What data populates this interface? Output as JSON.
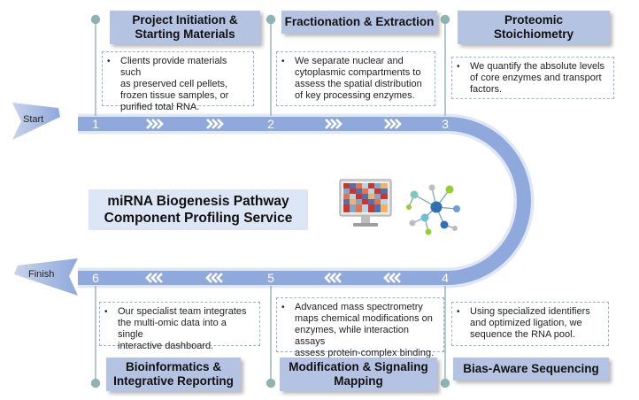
{
  "diagram": {
    "center_title_line1": "miRNA Biogenesis Pathway",
    "center_title_line2": "Component Profiling Service",
    "start_label": "Start",
    "finish_label": "Finish",
    "steps": [
      {
        "number": "1",
        "title_line1": "Project Initiation &",
        "title_line2": "Starting Materials",
        "desc_lines": [
          "Clients provide materials such",
          "as preserved cell pellets,",
          "frozen tissue samples, or",
          "purified total RNA."
        ]
      },
      {
        "number": "2",
        "title_line1": "Fractionation & Extraction",
        "title_line2": "",
        "desc_lines": [
          "We separate nuclear and",
          "cytoplasmic compartments to",
          "assess the spatial distribution",
          "of key processing enzymes."
        ]
      },
      {
        "number": "3",
        "title_line1": "Proteomic",
        "title_line2": "Stoichiometry",
        "desc_lines": [
          "We quantify the absolute levels",
          "of core enzymes and transport",
          "factors."
        ]
      },
      {
        "number": "4",
        "title_line1": "Bias-Aware Sequencing",
        "title_line2": "",
        "desc_lines": [
          "Using specialized identifiers",
          "and optimized ligation, we",
          "sequence the RNA pool."
        ]
      },
      {
        "number": "5",
        "title_line1": "Modification & Signaling",
        "title_line2": "Mapping",
        "desc_lines": [
          "Advanced mass spectrometry",
          "maps chemical modifications on",
          "enzymes, while interaction assays",
          "assess protein-complex binding."
        ]
      },
      {
        "number": "6",
        "title_line1": "Bioinformatics &",
        "title_line2": "Integrative Reporting",
        "desc_lines": [
          "Our specialist team integrates",
          "the multi-omic data into a single",
          "interactive dashboard."
        ]
      }
    ],
    "icons": [
      "heatmap-monitor-icon",
      "network-graph-icon"
    ],
    "colors": {
      "track_fill": "#8fa9dc",
      "track_edge": "#dfe7f5",
      "title_box": "#b4c3e2",
      "connector": "#8fb3b0",
      "dot": "#8fb3b0"
    }
  }
}
